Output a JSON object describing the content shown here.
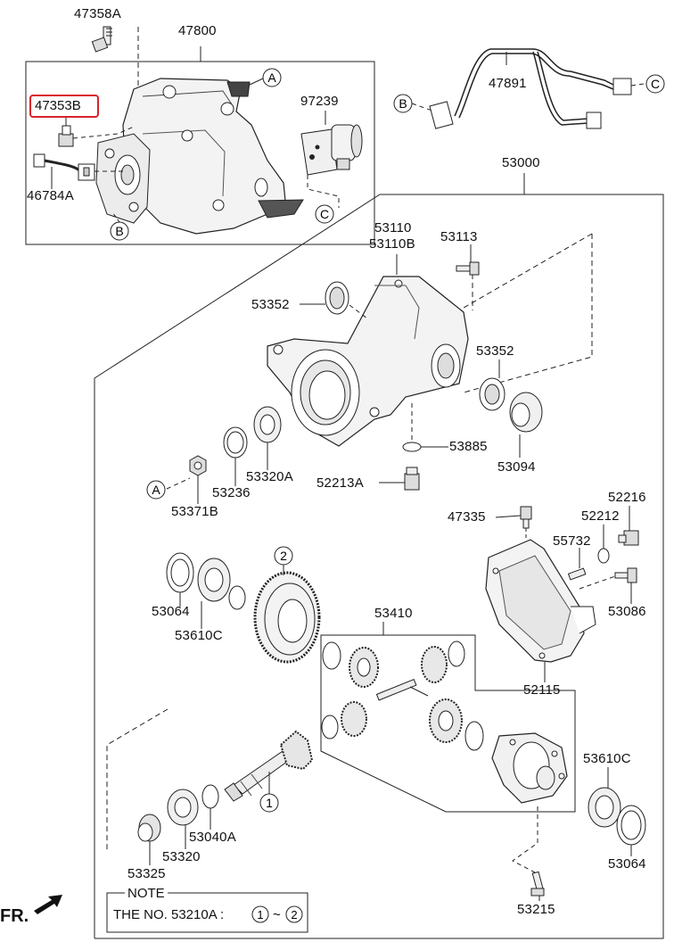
{
  "labels": {
    "p47358A": "47358A",
    "p47800": "47800",
    "p47353B": "47353B",
    "p97239": "97239",
    "p46784A": "46784A",
    "p47891": "47891",
    "p53000": "53000",
    "p53110": "53110",
    "p53110B": "53110B",
    "p53113": "53113",
    "p53352a": "53352",
    "p53352b": "53352",
    "p53885": "53885",
    "p53094": "53094",
    "p52213A": "52213A",
    "p53320A": "53320A",
    "p53236": "53236",
    "p53371B": "53371B",
    "p47335": "47335",
    "p52216": "52216",
    "p52212": "52212",
    "p55732": "55732",
    "p53086": "53086",
    "p52115": "52115",
    "p53064a": "53064",
    "p53610Ca": "53610C",
    "p53410": "53410",
    "p53610Cb": "53610C",
    "p53064b": "53064",
    "p53040A": "53040A",
    "p53320": "53320",
    "p53325": "53325",
    "p53215": "53215"
  },
  "callouts": {
    "A": "A",
    "B": "B",
    "C": "C",
    "n1": "1",
    "n2": "2"
  },
  "note": {
    "title": "NOTE",
    "text_prefix": "THE NO. 53210A : ",
    "range_start": "1",
    "range_sep": "~",
    "range_end": "2"
  },
  "orientation": {
    "label": "FR."
  },
  "colors": {
    "highlight": "#d8242c",
    "line": "#222222",
    "part_fill": "#f2f2f2",
    "part_shade": "#cfcfcf"
  }
}
